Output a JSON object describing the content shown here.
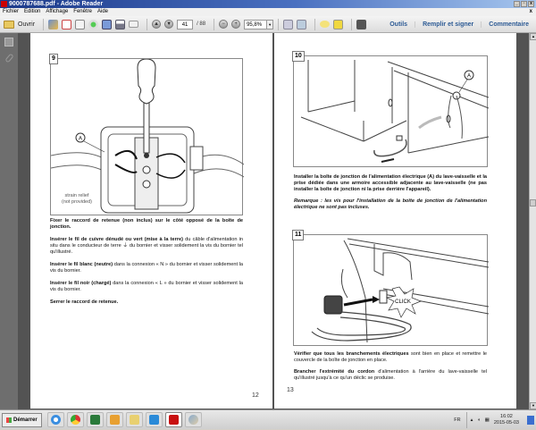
{
  "window": {
    "title": "9000787688.pdf - Adobe Reader",
    "controls": [
      "_",
      "▫",
      "x"
    ]
  },
  "menubar": {
    "items": [
      "Fichier",
      "Edition",
      "Affichage",
      "Fenêtre",
      "Aide"
    ],
    "close": "x"
  },
  "toolbar": {
    "open_label": "Ouvrir",
    "icons": [
      "create-pdf-icon",
      "convert-icon",
      "edit-icon",
      "cloud-upload-icon",
      "save-icon",
      "print-icon",
      "email-icon"
    ],
    "page_current": "41",
    "page_total": "/ 88",
    "zoom_value": "95,8%",
    "zoom_out": "−",
    "zoom_in": "+",
    "right_links": [
      "Outils",
      "Remplir et signer",
      "Commentaire"
    ]
  },
  "left_page": {
    "figure_number": "9",
    "callout_a": "A",
    "strain_relief": "strain relief",
    "not_provided": "(not provided)",
    "paragraphs": [
      {
        "bold": "Fixer le raccord de retenue (non inclus) sur le côté opposé de la boîte de jonction.",
        "rest": ""
      },
      {
        "bold": "Insérer le fil de cuivre dénudé ou vert (mise à la terre)",
        "rest": " du câble d'alimentation in situ dans le conducteur de terre ⏚ du bornier et visser solidement la vis du bornier tel qu'illustré."
      },
      {
        "bold": "Insérer le fil blanc (neutre)",
        "rest": " dans la connexion « N » du bornier et visser solidement la vis du bornier."
      },
      {
        "bold": "Insérer le fil noir (chargé)",
        "rest": " dans la connexion « L » du bornier et visser solidement la vis du bornier."
      },
      {
        "bold": "Serrer le raccord de retenue.",
        "rest": ""
      }
    ],
    "page_number": "12"
  },
  "right_page": {
    "figure10_number": "10",
    "figure10_callout": "A",
    "para1_bold": "Installer la boîte de jonction de l'alimentation électrique (A) du lave-vaisselle et la prise dédiée dans une armoire accessible adjacente au lave-vaisselle (ne pas installer la boîte de jonction ni la prise derrière l'appareil).",
    "remark": "Remarque : les vis pour l'installation de la boîte de jonction de l'alimentation électrique ne sont pas incluses.",
    "figure11_number": "11",
    "click_label": "CLICK",
    "para2_bold": "Vérifier que tous les branchements électriques",
    "para2_rest": " sont bien en place et remettre le couvercle de la boîte de jonction en place.",
    "para3_bold": "Brancher l'extrémité du cordon",
    "para3_rest": " d'alimentation à l'arrière du lave-vaisselle tel qu'illustré jusqu'à ce qu'un déclic se produise.",
    "page_number": "13"
  },
  "taskbar": {
    "start_label": "Démarrer",
    "apps": [
      "internet-explorer-icon",
      "chrome-icon",
      "excel-icon",
      "outlook-icon",
      "file-explorer-icon",
      "bitdefender-icon",
      "adobe-reader-icon",
      "paint-icon"
    ],
    "language": "FR",
    "time": "16:02",
    "date": "2015-05-03"
  },
  "colors": {
    "link": "#2c5a94",
    "viewer_bg": "#535353",
    "title_start": "#1c3a8a"
  }
}
